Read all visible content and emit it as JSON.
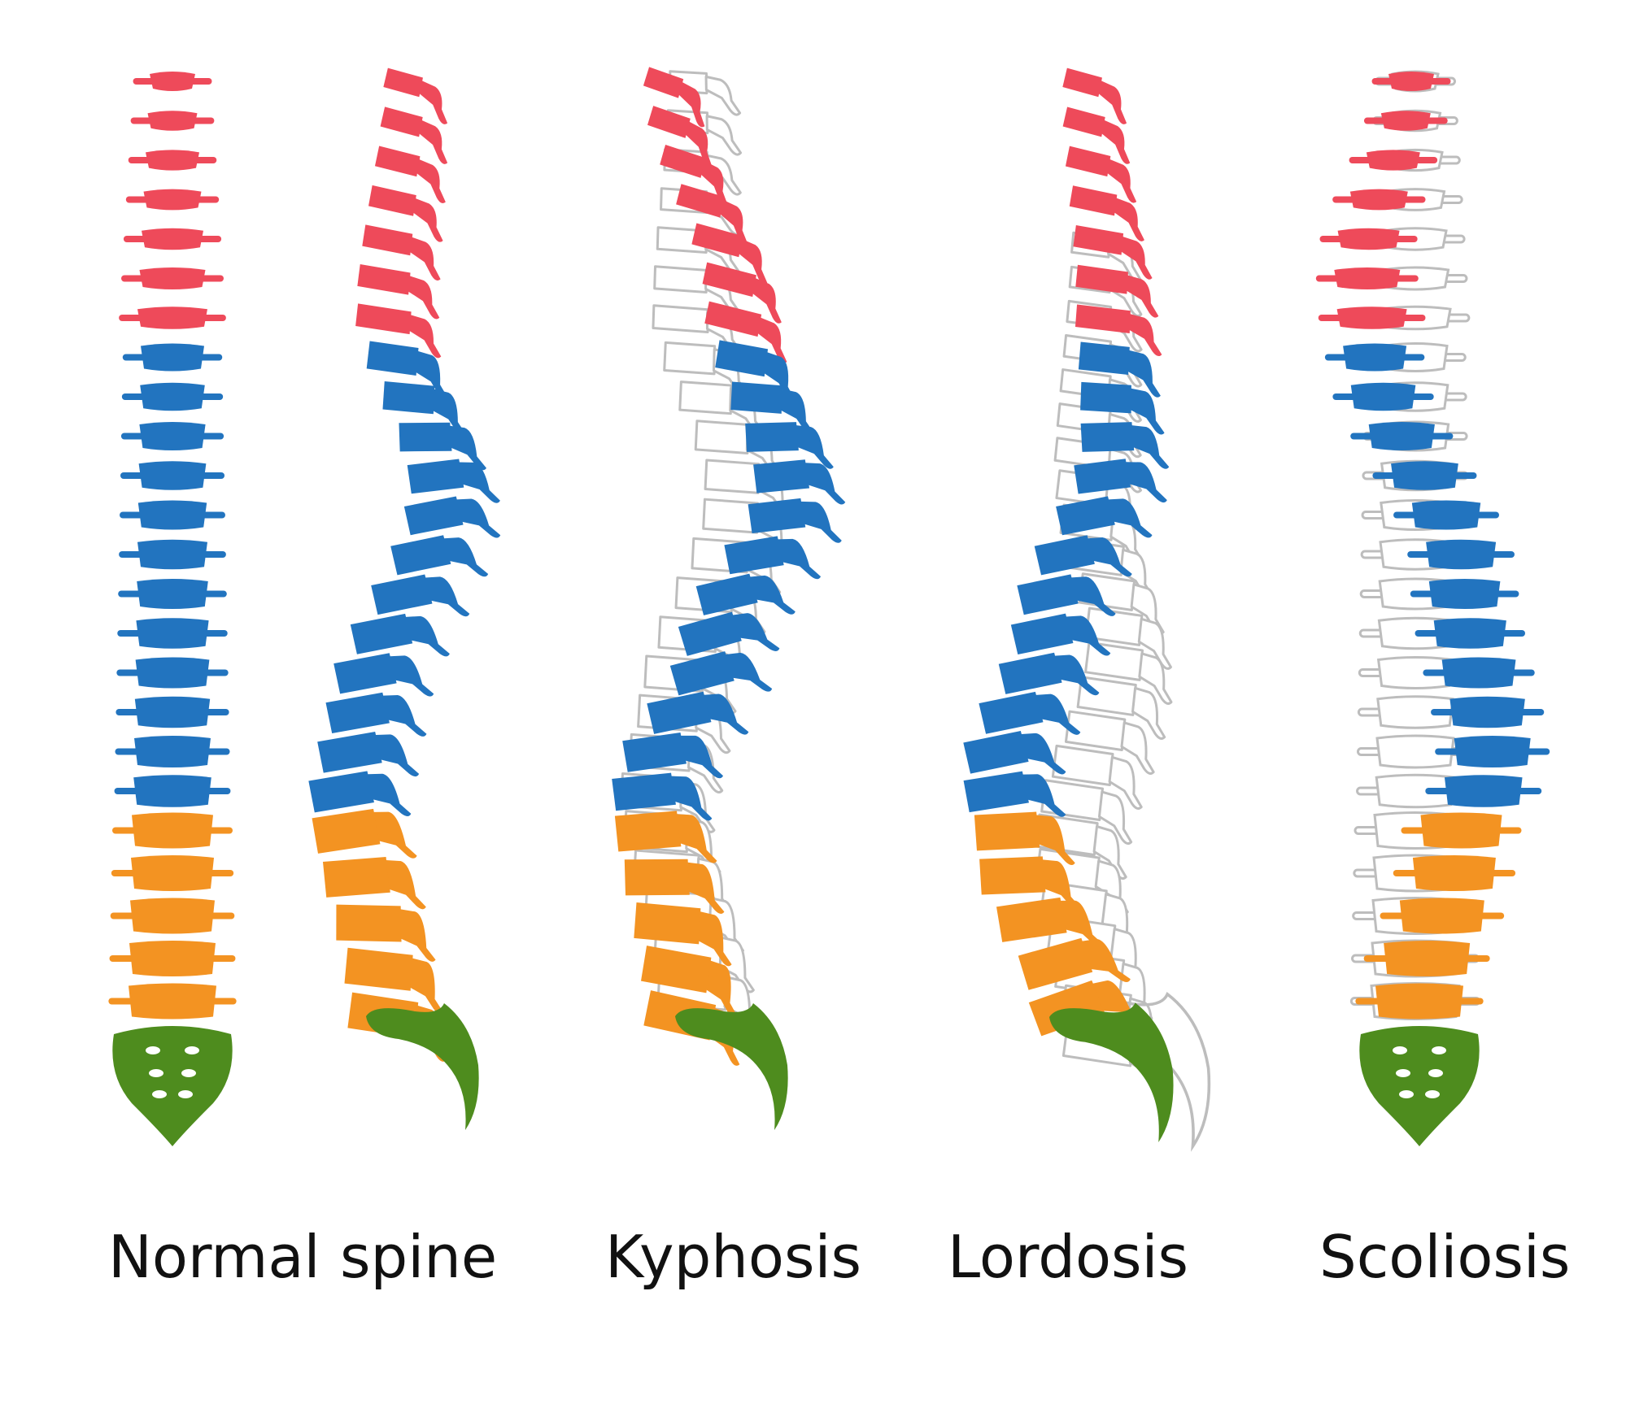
{
  "labels": {
    "normal": "Normal",
    "spine": "spine",
    "kyphosis": "Kyphosis",
    "lordosis": "Lordosis",
    "scoliosis": "Scoliosis"
  },
  "colors": {
    "cervical": "#ee4a5a",
    "thoracic": "#2274bf",
    "lumbar": "#f39322",
    "sacrum": "#4e8c1e",
    "outline": "#bdbdbd",
    "text": "#111111"
  },
  "regions": {
    "cervical_count": 7,
    "thoracic_count": 12,
    "lumbar_count": 5
  },
  "diagrams": [
    "normal-front",
    "normal-side",
    "kyphosis",
    "lordosis",
    "scoliosis"
  ]
}
